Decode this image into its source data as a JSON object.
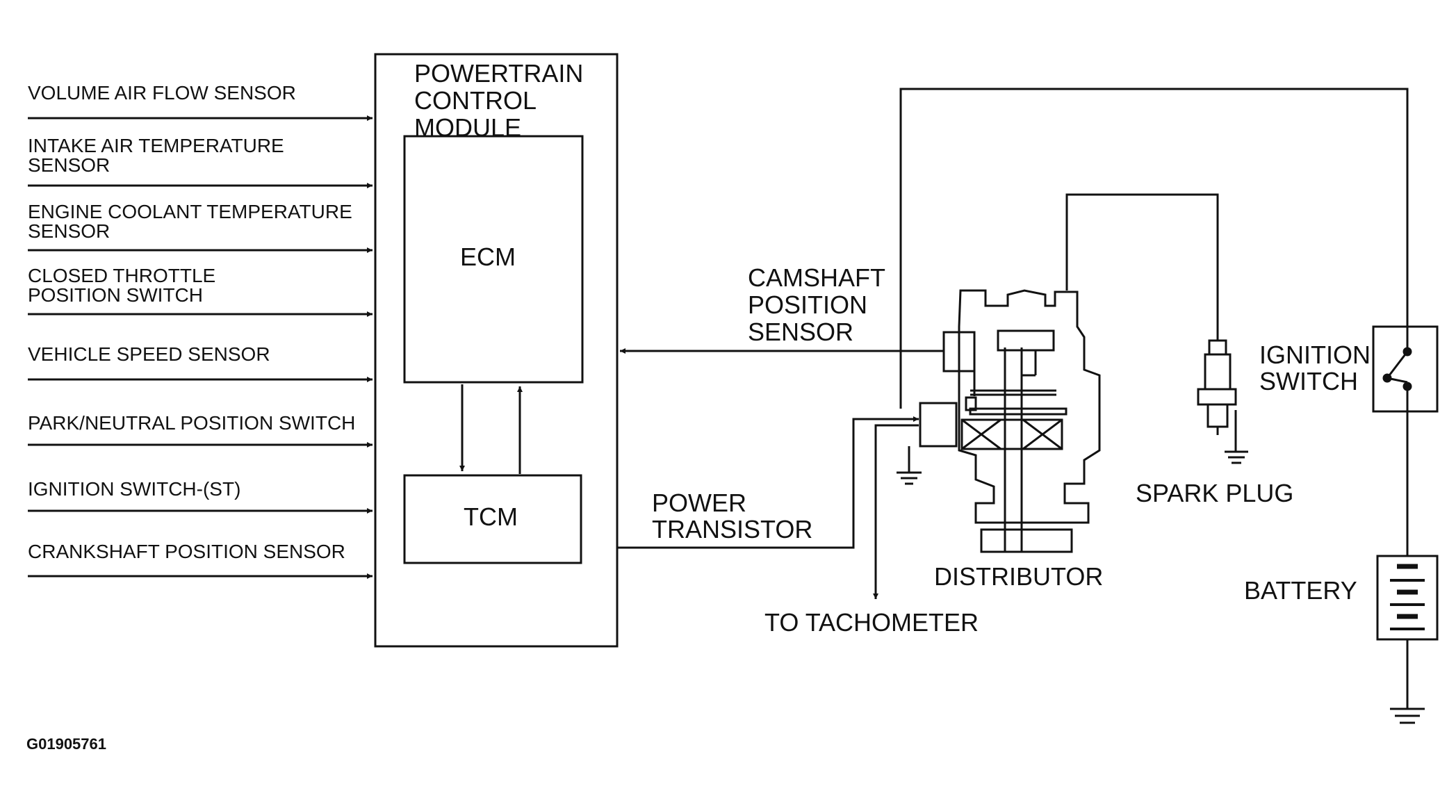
{
  "inputs": [
    {
      "line1": "VOLUME AIR FLOW SENSOR",
      "line2": ""
    },
    {
      "line1": "INTAKE  AIR  TEMPERATURE",
      "line2": "SENSOR"
    },
    {
      "line1": "ENGINE COOLANT TEMPERATURE",
      "line2": "SENSOR"
    },
    {
      "line1": "CLOSED  THROTTLE",
      "line2": "POSITION SWITCH"
    },
    {
      "line1": "VEHICLE SPEED SENSOR",
      "line2": ""
    },
    {
      "line1": "PARK/NEUTRAL POSITION SWITCH",
      "line2": ""
    },
    {
      "line1": "IGNITION SWITCH-(ST)",
      "line2": ""
    },
    {
      "line1": "CRANKSHAFT POSITION SENSOR",
      "line2": ""
    }
  ],
  "pcm": {
    "line1": "POWERTRAIN",
    "line2": "CONTROL",
    "line3": "MODULE"
  },
  "ecm": "ECM",
  "tcm": "TCM",
  "camshaft_sensor": {
    "line1": "CAMSHAFT",
    "line2": "POSITION",
    "line3": "SENSOR"
  },
  "power_transistor": {
    "line1": "POWER",
    "line2": "TRANSISTOR"
  },
  "to_tachometer": "TO TACHOMETER",
  "distributor": "DISTRIBUTOR",
  "spark_plug": "SPARK PLUG",
  "ignition_switch": {
    "line1": "IGNITION",
    "line2": "SWITCH"
  },
  "battery": "BATTERY",
  "figure_id": "G01905761"
}
